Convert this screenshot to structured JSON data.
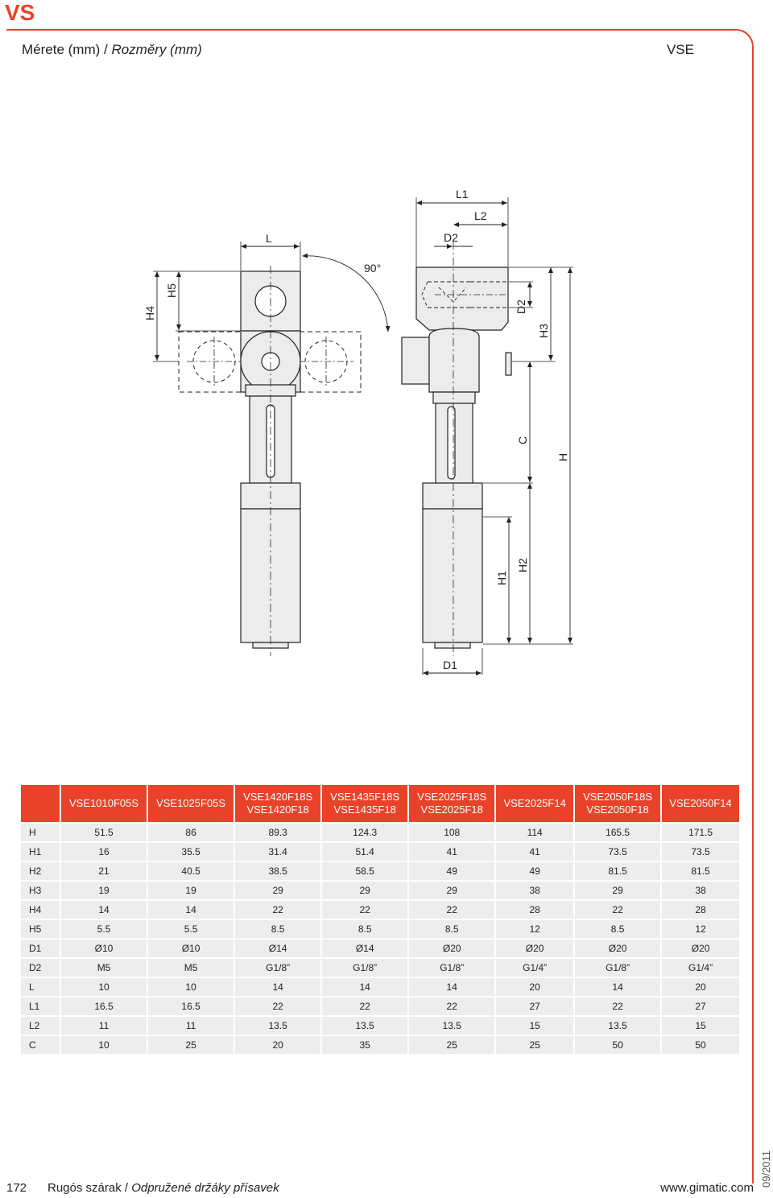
{
  "header": {
    "series_mark": "VS",
    "subtitle_normal": "Mérete (mm) / ",
    "subtitle_italic": "Rozměry (mm)",
    "model": "VSE"
  },
  "drawing": {
    "labels": {
      "L": "L",
      "L1": "L1",
      "L2": "L2",
      "D1": "D1",
      "D2": "D2",
      "H": "H",
      "H1": "H1",
      "H2": "H2",
      "H3": "H3",
      "H4": "H4",
      "H5": "H5",
      "C": "C",
      "angle": "90°"
    }
  },
  "table": {
    "columns": [
      [
        "VSE1010F05S"
      ],
      [
        "VSE1025F05S"
      ],
      [
        "VSE1420F18S",
        "VSE1420F18"
      ],
      [
        "VSE1435F18S",
        "VSE1435F18"
      ],
      [
        "VSE2025F18S",
        "VSE2025F18"
      ],
      [
        "VSE2025F14"
      ],
      [
        "VSE2050F18S",
        "VSE2050F18"
      ],
      [
        "VSE2050F14"
      ]
    ],
    "rows": [
      {
        "label": "H",
        "values": [
          "51.5",
          "86",
          "89.3",
          "124.3",
          "108",
          "114",
          "165.5",
          "171.5"
        ]
      },
      {
        "label": "H1",
        "values": [
          "16",
          "35.5",
          "31.4",
          "51.4",
          "41",
          "41",
          "73.5",
          "73.5"
        ]
      },
      {
        "label": "H2",
        "values": [
          "21",
          "40.5",
          "38.5",
          "58.5",
          "49",
          "49",
          "81.5",
          "81.5"
        ]
      },
      {
        "label": "H3",
        "values": [
          "19",
          "19",
          "29",
          "29",
          "29",
          "38",
          "29",
          "38"
        ]
      },
      {
        "label": "H4",
        "values": [
          "14",
          "14",
          "22",
          "22",
          "22",
          "28",
          "22",
          "28"
        ]
      },
      {
        "label": "H5",
        "values": [
          "5.5",
          "5.5",
          "8.5",
          "8.5",
          "8.5",
          "12",
          "8.5",
          "12"
        ]
      },
      {
        "label": "D1",
        "values": [
          "Ø10",
          "Ø10",
          "Ø14",
          "Ø14",
          "Ø20",
          "Ø20",
          "Ø20",
          "Ø20"
        ]
      },
      {
        "label": "D2",
        "values": [
          "M5",
          "M5",
          "G1/8”",
          "G1/8”",
          "G1/8”",
          "G1/4”",
          "G1/8”",
          "G1/4”"
        ]
      },
      {
        "label": "L",
        "values": [
          "10",
          "10",
          "14",
          "14",
          "14",
          "20",
          "14",
          "20"
        ]
      },
      {
        "label": "L1",
        "values": [
          "16.5",
          "16.5",
          "22",
          "22",
          "22",
          "27",
          "22",
          "27"
        ]
      },
      {
        "label": "L2",
        "values": [
          "11",
          "11",
          "13.5",
          "13.5",
          "13.5",
          "15",
          "13.5",
          "15"
        ]
      },
      {
        "label": "C",
        "values": [
          "10",
          "25",
          "20",
          "35",
          "25",
          "25",
          "50",
          "50"
        ]
      }
    ]
  },
  "footer": {
    "page_number": "172",
    "title_normal": "Rugós szárak / ",
    "title_italic": "Odpružené držáky přísavek",
    "url": "www.gimatic.com",
    "date": "09/2011"
  },
  "colors": {
    "accent": "#e8432a",
    "cell_bg": "#ededed"
  }
}
